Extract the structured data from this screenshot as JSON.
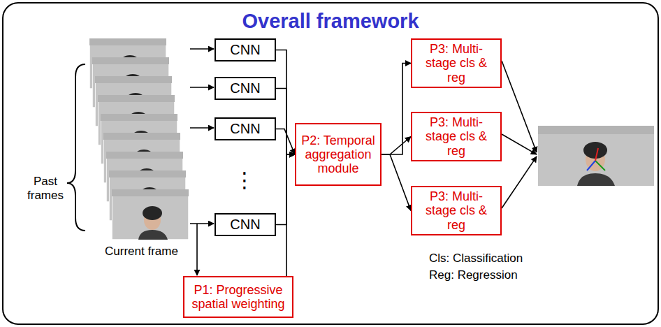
{
  "diagram": {
    "title": "Overall framework",
    "nodes": [
      {
        "text": [
          "CNN"
        ]
      },
      {
        "text": [
          "CNN"
        ]
      },
      {
        "text": [
          "CNN"
        ]
      },
      {
        "text": [
          "CNN"
        ]
      },
      {
        "text": [
          "P2: Temporal aggregation module"
        ]
      },
      {
        "text": [
          "P3: Multi-stage cls & reg"
        ]
      },
      {
        "text": [
          "P3: Multi-stage cls & reg"
        ]
      },
      {
        "text": [
          "P3: Multi-stage cls & reg"
        ]
      },
      {
        "text": [
          "P1: Progressive spatial weighting"
        ]
      }
    ],
    "edges": [
      {
        "from": 0,
        "to": 4,
        "arrow": "to"
      },
      {
        "from": 1,
        "to": 4,
        "arrow": "to"
      },
      {
        "from": 2,
        "to": 4,
        "arrow": "to"
      },
      {
        "from": 3,
        "to": 4,
        "arrow": "to"
      },
      {
        "from": 8,
        "to": 4,
        "arrow": "to"
      },
      {
        "from": 4,
        "to": 5,
        "arrow": "to"
      },
      {
        "from": 4,
        "to": 6,
        "arrow": "to"
      },
      {
        "from": 4,
        "to": 7,
        "arrow": "to"
      }
    ],
    "labels": [
      "Past frames",
      "Current frame",
      "⋮",
      "Cls: Classification",
      "Reg: Regression"
    ]
  }
}
